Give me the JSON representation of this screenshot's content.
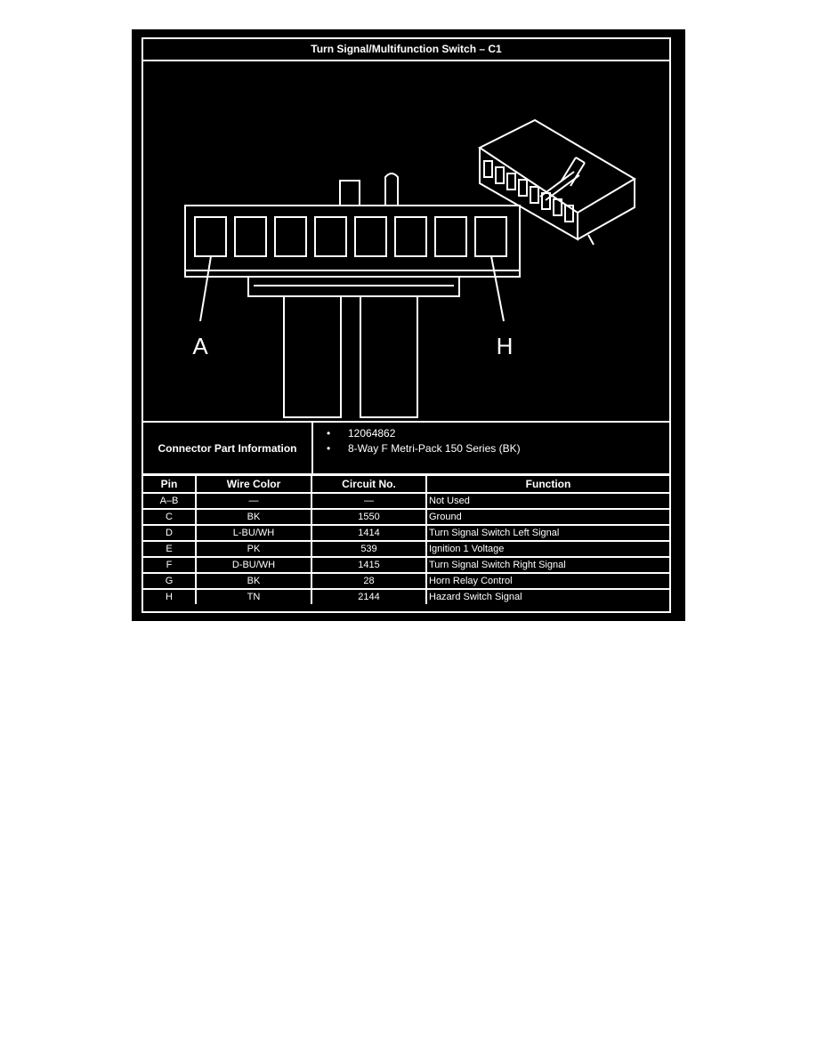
{
  "title": "Turn Signal/Multifunction Switch – C1",
  "diagram": {
    "pin_label_left": "A",
    "pin_label_right": "H"
  },
  "part_info": {
    "label": "Connector Part Information",
    "items": [
      "12064862",
      "8-Way F Metri-Pack 150 Series (BK)"
    ]
  },
  "table": {
    "headers": [
      "Pin",
      "Wire Color",
      "Circuit No.",
      "Function"
    ],
    "rows": [
      [
        "A–B",
        "—",
        "—",
        "Not Used"
      ],
      [
        "C",
        "BK",
        "1550",
        "Ground"
      ],
      [
        "D",
        "L-BU/WH",
        "1414",
        "Turn Signal Switch Left Signal"
      ],
      [
        "E",
        "PK",
        "539",
        "Ignition 1 Voltage"
      ],
      [
        "F",
        "D-BU/WH",
        "1415",
        "Turn Signal Switch Right Signal"
      ],
      [
        "G",
        "BK",
        "28",
        "Horn Relay Control"
      ],
      [
        "H",
        "TN",
        "2144",
        "Hazard Switch Signal"
      ]
    ]
  }
}
